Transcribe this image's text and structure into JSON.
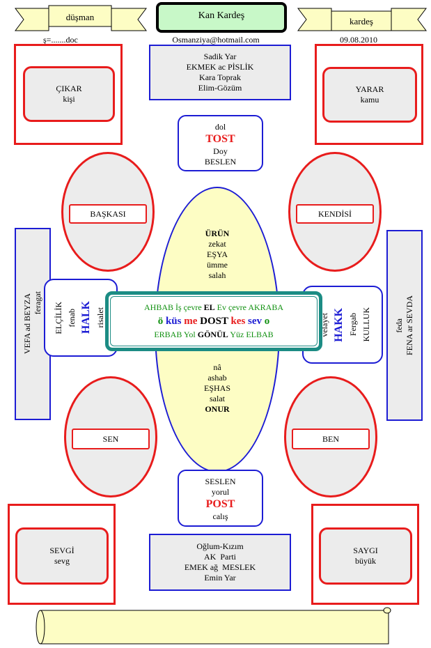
{
  "header": {
    "left_banner": "düşman",
    "title": "Kan Kardeş",
    "right_banner": "kardeş",
    "left_note": "ş=.......doc",
    "email": "Osmanziya@hotmail.com",
    "date": "09.08.2010"
  },
  "top_center_box": [
    "Sadik Yar",
    "EKMEK ac PİSLİK",
    "Kara Toprak",
    "Elim-Gözüm"
  ],
  "top_left_box": {
    "line1": "ÇIKAR",
    "line2": "kişi"
  },
  "top_right_box": {
    "line1": "YARAR",
    "line2": "kamu"
  },
  "tost_box": {
    "line1": "dol",
    "line2": "TOST",
    "line3": "Doy",
    "line4": "BESLEN"
  },
  "oval_top_left": "BAŞKASI",
  "oval_top_right": "KENDİSİ",
  "oval_bottom_left": "SEN",
  "oval_bottom_right": "BEN",
  "center_ellipse_top": [
    "ÜRÜN",
    "zekat",
    "EŞYA",
    "ümme",
    "salah"
  ],
  "center_ellipse_bottom": [
    "nâ",
    "ashab",
    "EŞHAS",
    "salat",
    "ONUR"
  ],
  "left_vertical": {
    "line1": "VEFA ad BEYZA",
    "line2": "feragat"
  },
  "right_vertical": {
    "line1": "feda",
    "line2": "FENA ar SEVDA"
  },
  "left_side_box": {
    "col1": "ELÇİLİK",
    "col2": "fenab",
    "col3": "HALK",
    "col4": "risalet"
  },
  "right_side_box": {
    "col1": "velayet",
    "col2": "HAKK",
    "col3": "Fergab",
    "col4": "KULLUK"
  },
  "center_box": {
    "row1": {
      "a": "AHBAB",
      "b": "İş çevre",
      "c": "EL",
      "d": "Ev çevre",
      "e": "AKRABA"
    },
    "row2": {
      "a": "ö",
      "b": "küs",
      "c": "me",
      "d": "DOST",
      "e": "kes",
      "f": "sev",
      "g": "o"
    },
    "row3": {
      "a": "ERBAB",
      "b": "Yol",
      "c": "GÖNÜL",
      "d": "Yüz",
      "e": "ELBAB"
    }
  },
  "post_box": {
    "line1": "SESLEN",
    "line2": "yorul",
    "line3": "POST",
    "line4": "calış"
  },
  "bottom_left_box": {
    "line1": "SEVGİ",
    "line2": "sevg"
  },
  "bottom_right_box": {
    "line1": "SAYGI",
    "line2": "büyük"
  },
  "bottom_center_box": [
    "Oğlum-Kızım",
    "AK  Parti",
    "EMEK ağ  MESLEK",
    "Emin Yar"
  ],
  "colors": {
    "red": "#e81c1c",
    "blue": "#1c1cd4",
    "green": "#109010",
    "teal": "#1c8c84",
    "yellow": "#fdfdc4",
    "grey": "#ececec"
  }
}
